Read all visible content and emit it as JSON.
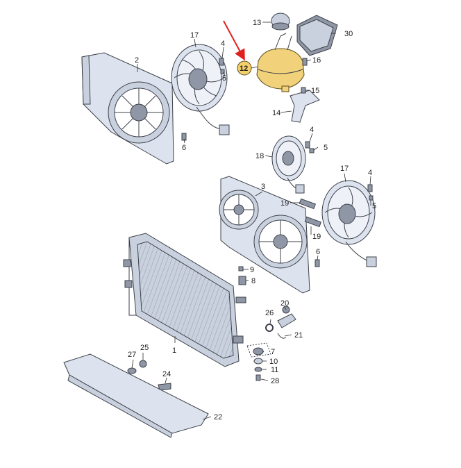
{
  "diagram": {
    "highlight_color": "#f3cf6d",
    "arrow_color": "#e02020",
    "highlighted_part": "12",
    "callouts": [
      {
        "id": "c2",
        "label": "2"
      },
      {
        "id": "c17a",
        "label": "17"
      },
      {
        "id": "c4a",
        "label": "4"
      },
      {
        "id": "c5a",
        "label": "5"
      },
      {
        "id": "c6a",
        "label": "6"
      },
      {
        "id": "c13",
        "label": "13"
      },
      {
        "id": "c30",
        "label": "30"
      },
      {
        "id": "c12",
        "label": "12"
      },
      {
        "id": "c16",
        "label": "16"
      },
      {
        "id": "c15",
        "label": "15"
      },
      {
        "id": "c14",
        "label": "14"
      },
      {
        "id": "c4b",
        "label": "4"
      },
      {
        "id": "c5b",
        "label": "5"
      },
      {
        "id": "c18",
        "label": "18"
      },
      {
        "id": "c17b",
        "label": "17"
      },
      {
        "id": "c4c",
        "label": "4"
      },
      {
        "id": "c5c",
        "label": "5"
      },
      {
        "id": "c3",
        "label": "3"
      },
      {
        "id": "c19a",
        "label": "19"
      },
      {
        "id": "c19b",
        "label": "19"
      },
      {
        "id": "c6b",
        "label": "6"
      },
      {
        "id": "c9",
        "label": "9"
      },
      {
        "id": "c8",
        "label": "8"
      },
      {
        "id": "c1",
        "label": "1"
      },
      {
        "id": "c20",
        "label": "20"
      },
      {
        "id": "c26",
        "label": "26"
      },
      {
        "id": "c21",
        "label": "21"
      },
      {
        "id": "c7",
        "label": "7"
      },
      {
        "id": "c10",
        "label": "10"
      },
      {
        "id": "c11",
        "label": "11"
      },
      {
        "id": "c28",
        "label": "28"
      },
      {
        "id": "c25",
        "label": "25"
      },
      {
        "id": "c27",
        "label": "27"
      },
      {
        "id": "c24",
        "label": "24"
      },
      {
        "id": "c22",
        "label": "22"
      }
    ]
  }
}
